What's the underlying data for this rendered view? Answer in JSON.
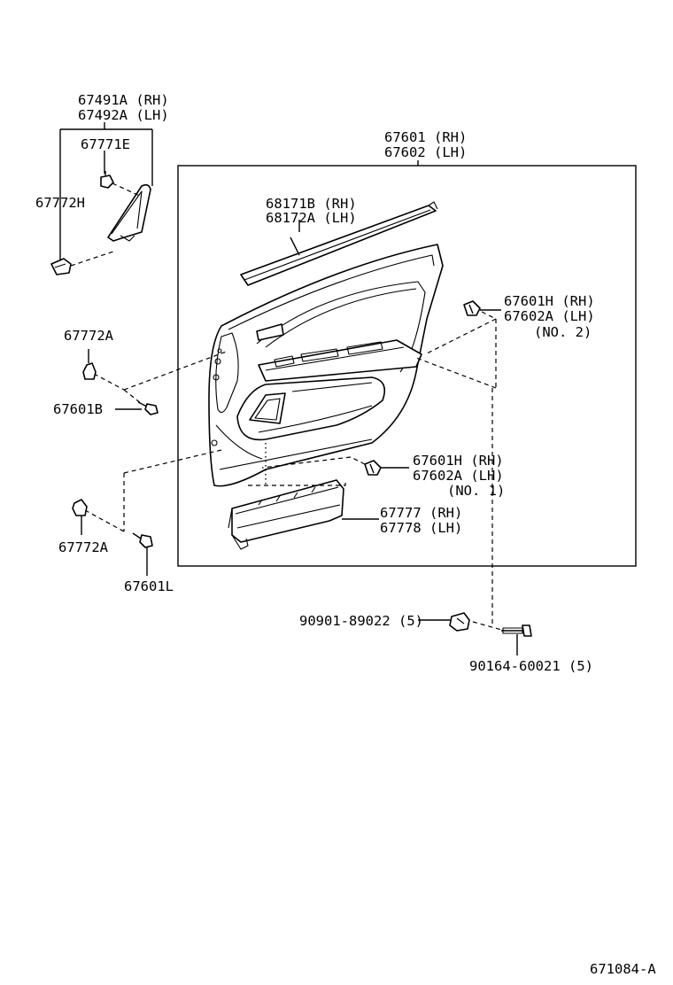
{
  "labels": {
    "grommet_outer_a_rh": "67491A (RH)",
    "grommet_outer_a_lh": "67492A (LH)",
    "clip_67771e": "67771E",
    "clip_67772h": "67772H",
    "panel_rh": "67601 (RH)",
    "panel_lh": "67602 (LH)",
    "weatherstrip_rh": "68171B (RH)",
    "weatherstrip_lh": "68172A (LH)",
    "clip_no2_rh": "67601H (RH)",
    "clip_no2_lh": "67602A (LH)",
    "clip_no2_note": "(NO. 2)",
    "clip_67772a_upper": "67772A",
    "screw_67601b": "67601B",
    "clip_no1_rh": "67601H (RH)",
    "clip_no1_lh": "67602A (LH)",
    "clip_no1_note": "(NO. 1)",
    "pocket_rh": "67777 (RH)",
    "pocket_lh": "67778 (LH)",
    "clip_67772a_lower": "67772A",
    "screw_67601l": "67601L",
    "nut_90901": "90901-89022 (5)",
    "screw_90164": "90164-60021 (5)",
    "diagram_code": "671084-A"
  }
}
